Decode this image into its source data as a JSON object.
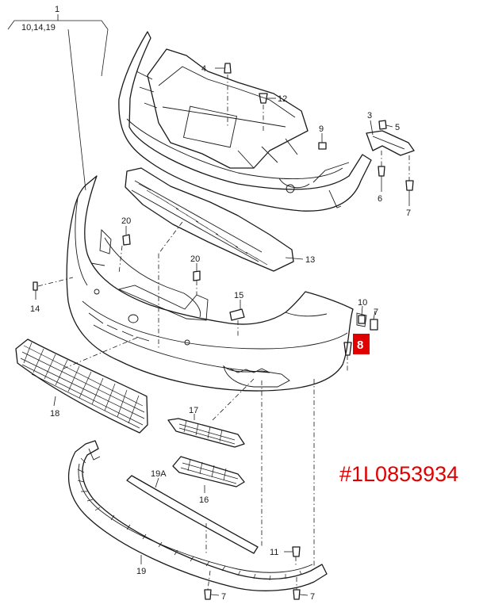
{
  "diagram": {
    "callouts": {
      "c1": "1",
      "c1_sub": "10,14,19",
      "c3": "3",
      "c4": "4",
      "c5": "5",
      "c6": "6",
      "c7a": "7",
      "c7b": "7",
      "c7c": "7",
      "c7d": "7",
      "c8": "8",
      "c9": "9",
      "c10": "10",
      "c11": "11",
      "c12": "12",
      "c13": "13",
      "c14": "14",
      "c15": "15",
      "c16": "16",
      "c17": "17",
      "c18": "18",
      "c19": "19",
      "c19a": "19A",
      "c20a": "20",
      "c20b": "20"
    },
    "highlight_color": "#e10000",
    "part_number": "#1L0853934"
  }
}
